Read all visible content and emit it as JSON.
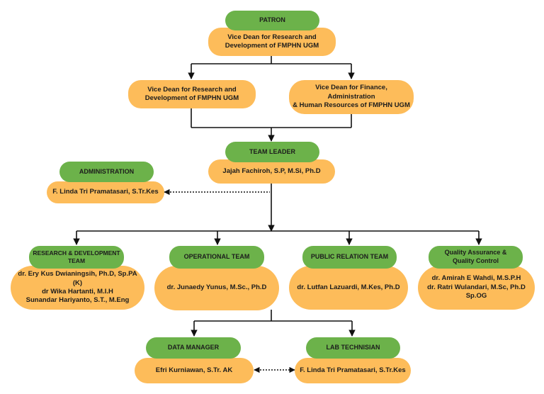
{
  "patron": {
    "title": "PATRON",
    "name": "Vice Dean for Research and\nDevelopment of FMPHN UGM"
  },
  "vice_deans": [
    {
      "name": "Vice Dean for Research and\nDevelopment of FMPHN UGM"
    },
    {
      "name": "Vice Dean for Finance, Administration\n& Human Resources of FMPHN UGM"
    }
  ],
  "team_leader": {
    "title": "TEAM LEADER",
    "name": "Jajah Fachiroh, S.P, M.Si, Ph.D"
  },
  "administration": {
    "title": "ADMINISTRATION",
    "name": "F. Linda Tri Pramatasari, S.Tr.Kes"
  },
  "teams": [
    {
      "title": "RESEARCH & DEVELOPMENT\nTEAM",
      "members": "dr. Ery Kus Dwianingsih, Ph.D, Sp.PA (K)\ndr Wika Hartanti, M.I.H\nSunandar Hariyanto, S.T., M.Eng"
    },
    {
      "title": "OPERATIONAL TEAM",
      "members": "dr. Junaedy Yunus, M.Sc., Ph.D"
    },
    {
      "title": "PUBLIC RELATION TEAM",
      "members": "dr. Lutfan Lazuardi, M.Kes, Ph.D"
    },
    {
      "title": "Quality Assurance &\nQuality Control",
      "members": "dr. Amirah E Wahdi, M.S.P.H\ndr. Ratri Wulandari, M.Sc, Ph.D\nSp.OG"
    }
  ],
  "data_manager": {
    "title": "DATA MANAGER",
    "name": "Efri Kurniawan, S.Tr. AK"
  },
  "lab_technician": {
    "title": "LAB TECHNISIAN",
    "name": "F. Linda Tri Pramatasari, S.Tr.Kes"
  }
}
